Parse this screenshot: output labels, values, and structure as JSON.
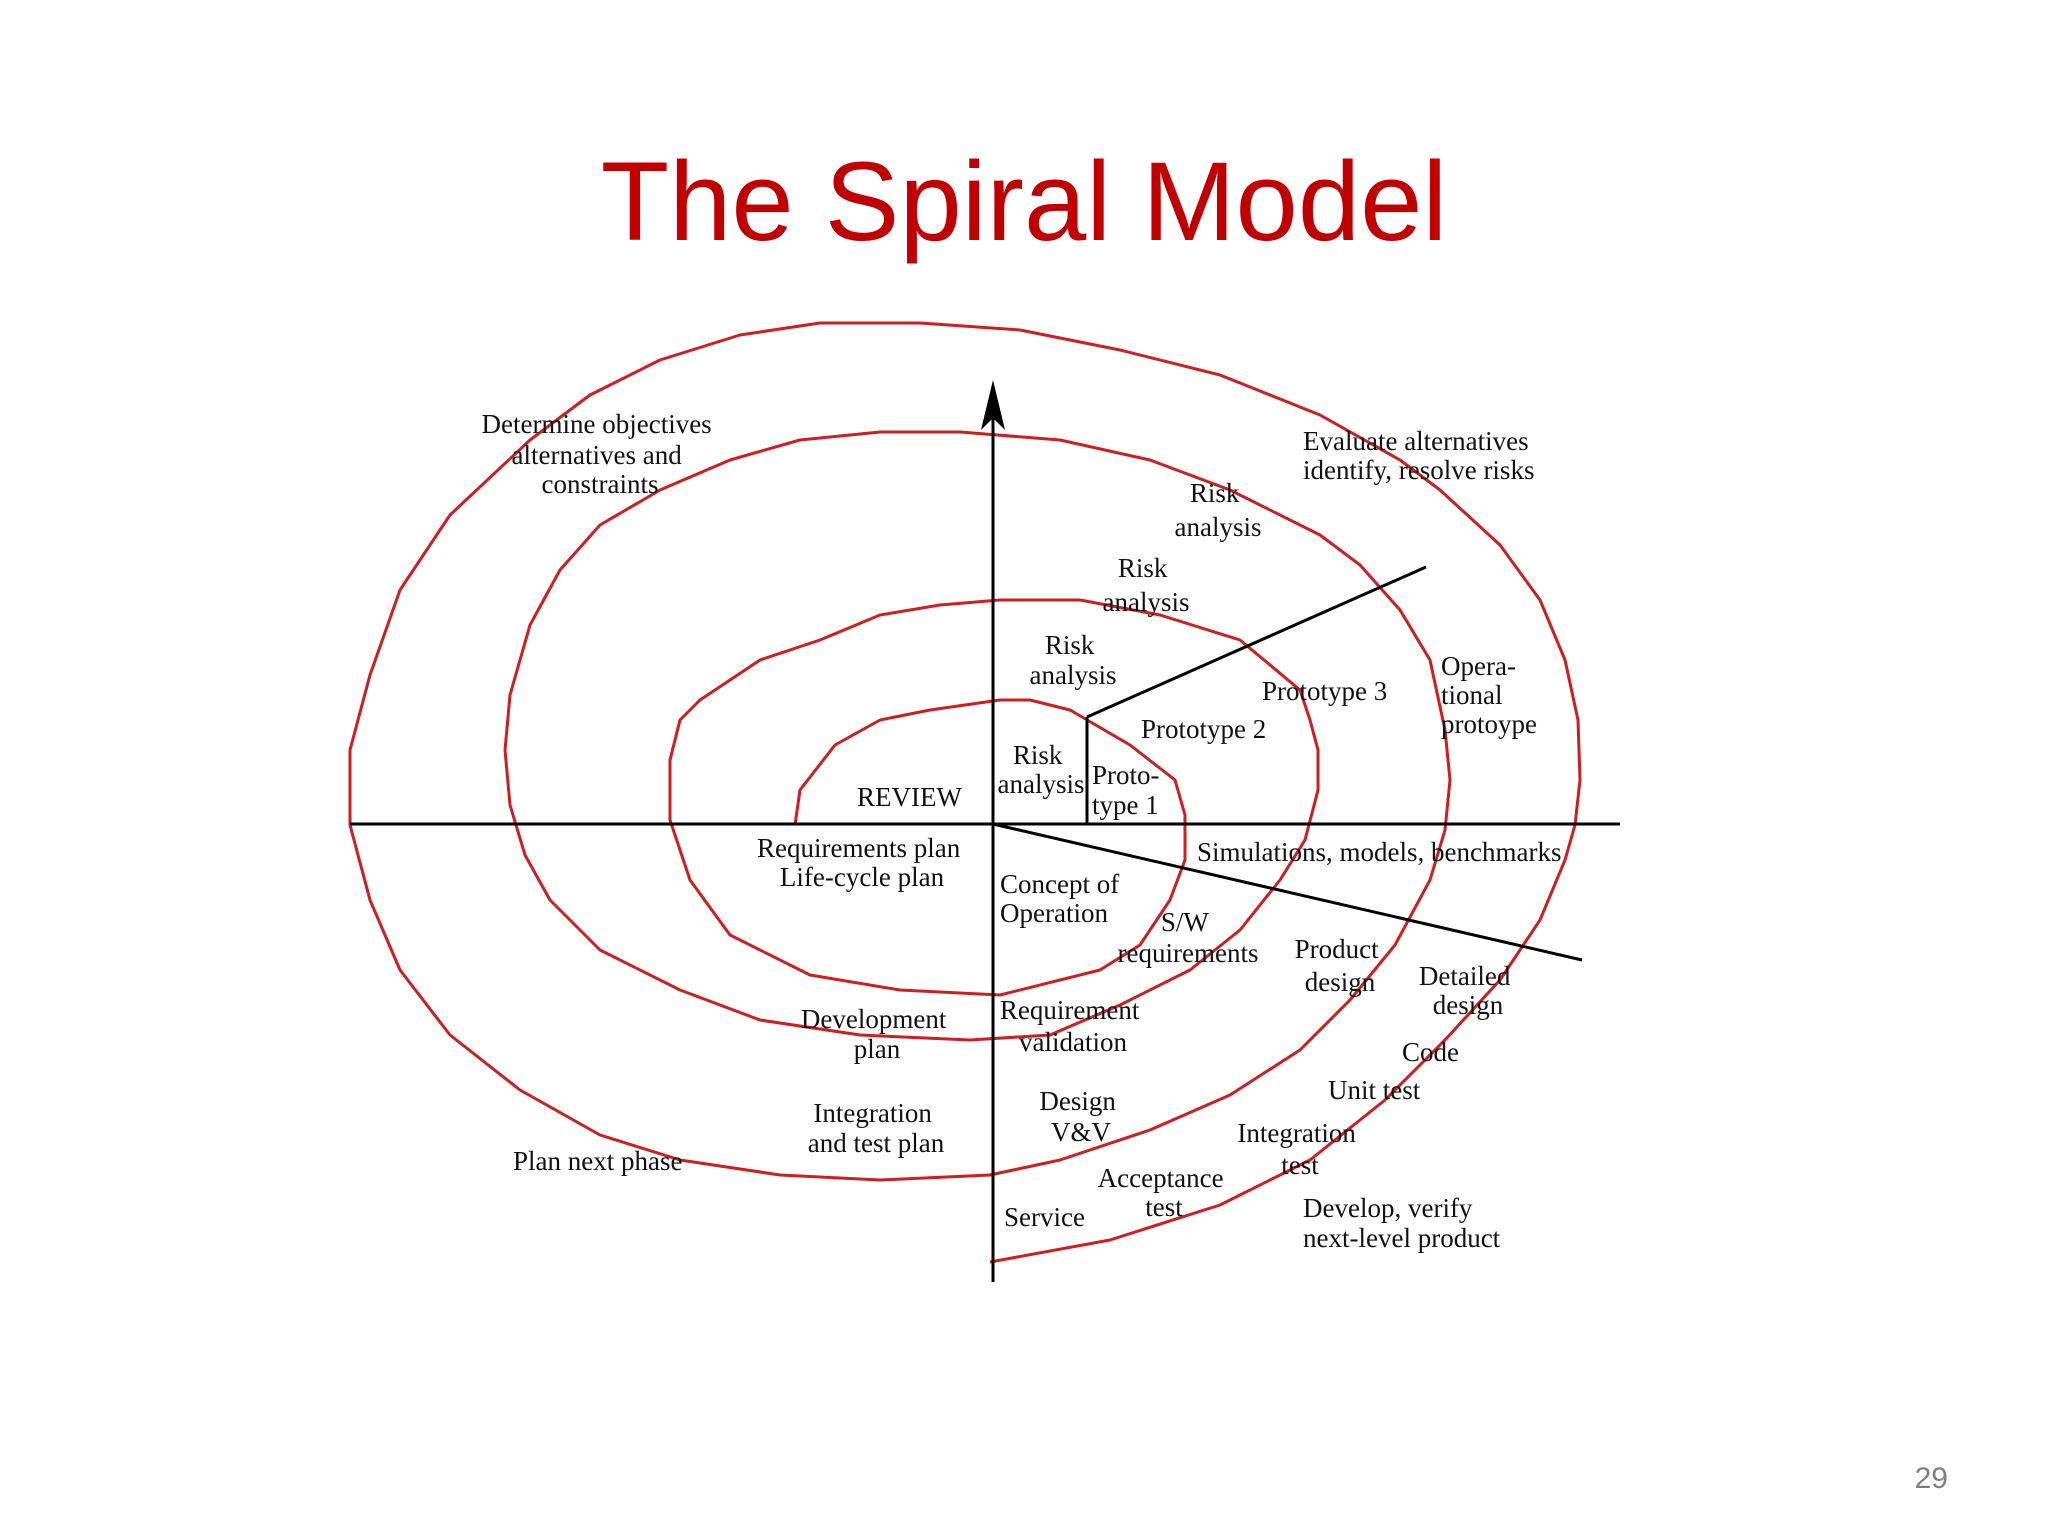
{
  "slide": {
    "title": "The Spiral Model",
    "page_number": "29"
  },
  "colors": {
    "title": "#c00000",
    "spiral": "#cc1f1f",
    "axes": "#000000"
  },
  "quadrants": {
    "top_left": [
      "Determine objectives",
      "alternatives and",
      "constraints"
    ],
    "top_right": [
      "Evaluate alternatives",
      "identify, resolve risks"
    ],
    "bottom_left": [
      "Plan next phase"
    ],
    "bottom_right": [
      "Develop, verify",
      "next-level product"
    ]
  },
  "risk_analysis": [
    [
      "Risk",
      "analysis"
    ],
    [
      "Risk",
      "analysis"
    ],
    [
      "Risk",
      "analysis"
    ],
    [
      "Risk",
      "analysis"
    ]
  ],
  "prototypes": {
    "p1": [
      "Proto-",
      "type 1"
    ],
    "p2": [
      "Prototype 2"
    ],
    "p3": [
      "Prototype 3"
    ],
    "operational": [
      "Opera-",
      "tional",
      "protoype"
    ]
  },
  "labels": {
    "review": "REVIEW",
    "req_plan": [
      "Requirements plan",
      "Life-cycle plan"
    ],
    "dev_plan": [
      "Development",
      "plan"
    ],
    "int_plan": [
      "Integration",
      "and test plan"
    ],
    "concept": [
      "Concept of",
      "Operation"
    ],
    "simulations": "Simulations, models, benchmarks",
    "sw_req": [
      "S/W",
      "requirements"
    ],
    "req_valid": [
      "Requirement",
      "validation"
    ],
    "product_design": [
      "Product",
      "design"
    ],
    "detailed_design": [
      "Detailed",
      "design"
    ],
    "code": "Code",
    "unit_test": "Unit test",
    "design_vv": [
      "Design",
      "V&V"
    ],
    "integration_test": [
      "Integration",
      "test"
    ],
    "acceptance_test": [
      "Acceptance",
      "test"
    ],
    "service": "Service"
  }
}
